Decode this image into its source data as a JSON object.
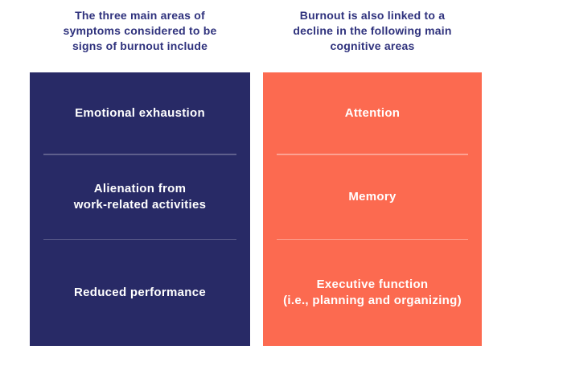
{
  "page": {
    "background_color": "#FFFFFF",
    "header_text_color": "#2F327D",
    "panel_text_color": "#FFFFFF"
  },
  "left_column": {
    "header_lines": [
      "The three main areas of",
      "symptoms considered to be",
      "signs of burnout include"
    ],
    "panel_color": "#282A66",
    "divider_color": "#53558B",
    "items": [
      {
        "lines": [
          "Emotional exhaustion"
        ]
      },
      {
        "lines": [
          "Alienation from",
          "work-related activities"
        ]
      },
      {
        "lines": [
          "Reduced performance"
        ]
      }
    ]
  },
  "right_column": {
    "header_lines": [
      "Burnout is also linked to a",
      "decline in the following main",
      "cognitive areas"
    ],
    "panel_color": "#FC6A50",
    "divider_color": "#FD9C89",
    "items": [
      {
        "lines": [
          "Attention"
        ]
      },
      {
        "lines": [
          "Memory"
        ]
      },
      {
        "lines": [
          "Executive function",
          "(i.e., planning and organizing)"
        ]
      }
    ]
  }
}
